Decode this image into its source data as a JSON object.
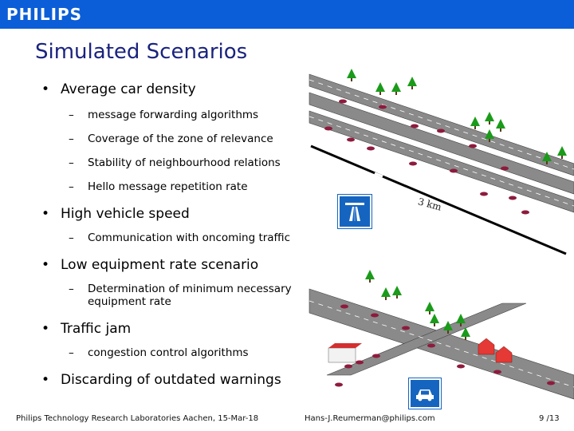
{
  "header": {
    "brand": "PHILIPS",
    "brand_color": "#0b5ed7"
  },
  "slide": {
    "title": "Simulated Scenarios",
    "bullets": [
      {
        "text": "Average car density",
        "sub": [
          "message forwarding algorithms",
          "Coverage of the zone of relevance",
          "Stability of neighbourhood relations",
          "Hello message repetition rate"
        ]
      },
      {
        "text": "High vehicle speed",
        "sub": [
          "Communication with oncoming traffic"
        ]
      },
      {
        "text": "Low equipment rate scenario",
        "sub": [
          "Determination of minimum necessary equipment rate"
        ]
      },
      {
        "text": "Traffic jam",
        "sub": [
          "congestion control algorithms"
        ]
      },
      {
        "text": "Discarding of outdated warnings",
        "sub": []
      }
    ]
  },
  "illustration": {
    "distance_label": "3 km",
    "highway_sign_icon": "motorway-sign-icon",
    "car_sign_icon": "car-road-sign-icon",
    "road_color": "#8a8a8a",
    "tree_color": "#1a9b1a",
    "car_color": "#8e1b3d"
  },
  "footer": {
    "left": "Philips Technology Research Laboratories Aachen, 15-Mar-18",
    "center": "Hans-J.Reumerman@philips.com",
    "right": "9 /13"
  }
}
